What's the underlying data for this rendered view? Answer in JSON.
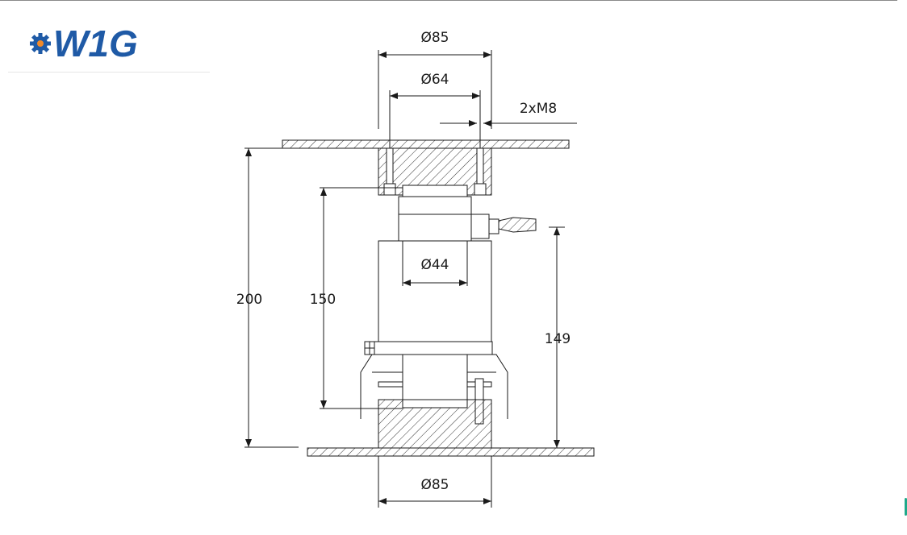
{
  "logo": {
    "text": "W1G",
    "colors": {
      "primary": "#1f5aa6",
      "accent": "#f0892a",
      "gear": "#1f5aa6"
    }
  },
  "dimensions": {
    "top_outer_diameter": "Ø85",
    "bolt_circle_diameter": "Ø64",
    "bolts": "2xM8",
    "total_height": "200",
    "cell_height": "150",
    "body_diameter": "Ø44",
    "cable_height": "149",
    "bottom_diameter": "Ø85"
  },
  "colors": {
    "line": "#1a1a1a",
    "hatch": "#333333"
  }
}
